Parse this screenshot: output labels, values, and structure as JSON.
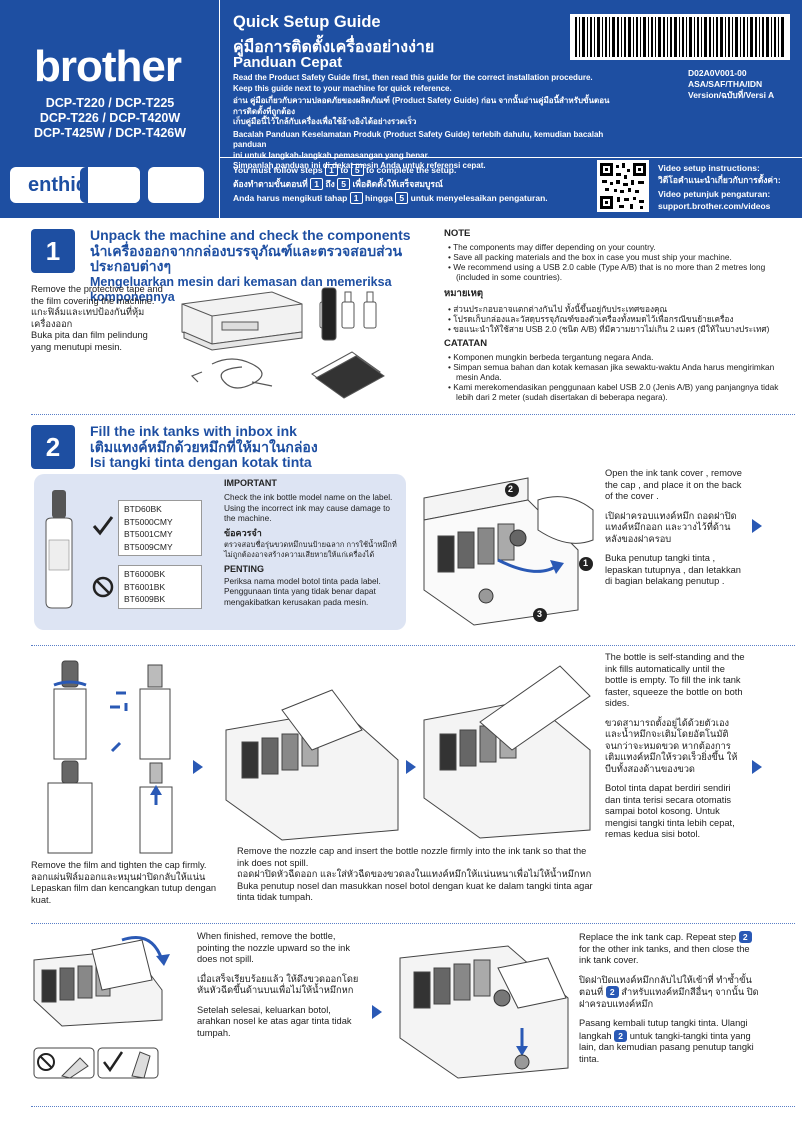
{
  "header": {
    "brand": "brother",
    "models": [
      "DCP-T220 / DCP-T225",
      "DCP-T226 / DCP-T420W",
      "DCP-T425W / DCP-T426W"
    ],
    "lang_label": "enthid",
    "title_en": "Quick Setup Guide",
    "title_th": "คู่มือการติดตั้งเครื่องอย่างง่าย",
    "title_id": "Panduan Cepat",
    "intro_en_1": "Read the Product Safety Guide first, then read this guide for the correct installation procedure.",
    "intro_en_2": "Keep this guide next to your machine for quick reference.",
    "intro_th_1": "อ่าน คู่มือเกี่ยวกับความปลอดภัยของผลิตภัณฑ์ (Product Safety Guide) ก่อน จากนั้นอ่านคู่มือนี้สำหรับขั้นตอนการติดตั้งที่ถูกต้อง",
    "intro_th_2": "เก็บคู่มือนี้ไว้ใกล้กับเครื่องเพื่อใช้อ้างอิงได้อย่างรวดเร็ว",
    "intro_id_1": "Bacalah Panduan Keselamatan Produk (Product Safety Guide) terlebih dahulu, kemudian bacalah panduan",
    "intro_id_2": "ini untuk langkah-langkah pemasangan yang benar.",
    "intro_id_3": "Simpanlah panduan ini di dekat mesin Anda untuk referensi cepat.",
    "doc_code": "D02A0V001-00",
    "region": "ASA/SAF/THA/IDN",
    "version": "Version/ฉบับที่/Versi A",
    "steps_en_a": "You must follow steps",
    "steps_en_b": "to",
    "steps_en_c": "to complete the setup.",
    "steps_th_a": "ต้องทำตามขั้นตอนที่",
    "steps_th_b": "ถึง",
    "steps_th_c": "เพื่อติดตั้งให้เสร็จสมบูรณ์",
    "steps_id_a": "Anda harus mengikuti tahap",
    "steps_id_b": "hingga",
    "steps_id_c": "untuk menyelesaikan pengaturan.",
    "step_first": "1",
    "step_last": "5",
    "video_en": "Video setup instructions:",
    "video_th": "วิดีโอคำแนะนำเกี่ยวกับการตั้งค่า:",
    "video_id": "Video petunjuk pengaturan:",
    "video_url": "support.brother.com/videos"
  },
  "section1": {
    "number": "1",
    "title_en": "Unpack the machine and check the components",
    "title_th": "นำเครื่องออกจากกล่องบรรจุภัณฑ์และตรวจสอบส่วนประกอบต่างๆ",
    "title_id": "Mengeluarkan mesin dari kemasan dan memeriksa komponennya",
    "text_en": "Remove the protective tape and the film covering the machine.",
    "text_th": "แกะฟิล์มและเทปป้องกันที่หุ้มเครื่องออก",
    "text_id": "Buka pita dan film pelindung yang menutupi mesin.",
    "note_h_en": "NOTE",
    "note_en": [
      "The components may differ depending on your country.",
      "Save all packing materials and the box in case you must ship your machine.",
      "We recommend using a USB 2.0 cable (Type A/B) that is no more than 2 metres long (included in some countries)."
    ],
    "note_h_th": "หมายเหตุ",
    "note_th": [
      "ส่วนประกอบอาจแตกต่างกันไป ทั้งนี้ขึ้นอยู่กับประเทศของคุณ",
      "โปรดเก็บกล่องและวัสดุบรรจุภัณฑ์ของตัวเครื่องทั้งหมดไว้เพื่อกรณีขนย้ายเครื่อง",
      "ขอแนะนำให้ใช้สาย USB 2.0 (ชนิด A/B) ที่มีความยาวไม่เกิน 2 เมตร (มีให้ในบางประเทศ)"
    ],
    "note_h_id": "CATATAN",
    "note_id": [
      "Komponen mungkin berbeda tergantung negara Anda.",
      "Simpan semua bahan dan kotak kemasan jika sewaktu-waktu Anda harus mengirimkan mesin Anda.",
      "Kami merekomendasikan penggunaan kabel USB 2.0 (Jenis A/B) yang panjangnya tidak lebih dari 2 meter (sudah disertakan di beberapa negara)."
    ]
  },
  "section2": {
    "number": "2",
    "title_en": "Fill the ink tanks with inbox ink",
    "title_th": "เติมแทงค์หมึกด้วยหมึกที่ให้มาในกล่อง",
    "title_id": "Isi tangki tinta dengan kotak tinta",
    "ok_codes": [
      "BTD60BK",
      "BT5000CMY",
      "BT5001CMY",
      "BT5009CMY"
    ],
    "bad_codes": [
      "BT6000BK",
      "BT6001BK",
      "BT6009BK"
    ],
    "important_h": "IMPORTANT",
    "important_en": "Check the ink bottle model name on the label. Using the incorrect ink may cause damage to the machine.",
    "important_h_th": "ข้อควรจำ",
    "important_th": "ตรวจสอบชื่อรุ่นขวดหมึกบนป้ายฉลาก การใช้น้ำหมึกที่ไม่ถูกต้องอาจสร้างความเสียหายให้แก่เครื่องได้",
    "important_h_id": "PENTING",
    "important_id": "Periksa nama model botol tinta pada label. Penggunaan tinta yang tidak benar dapat mengakibatkan kerusakan pada mesin.",
    "open_en": "Open the ink tank cover , remove the cap , and place it on the back of the cover .",
    "open_th": "เปิดฝาครอบแทงค์หมึก  ถอดฝาปิดแทงค์หมึกออก  และวางไว้ที่ด้านหลังของฝาครอบ ",
    "open_id": "Buka penutup tangki tinta , lepaskan tutupnya , dan letakkan di bagian belakang penutup .",
    "film_en": "Remove the film and tighten the cap firmly.",
    "film_th": "ลอกแผ่นฟิล์มออกและหมุนฝาปิดกลับให้แน่น",
    "film_id": "Lepaskan film dan kencangkan tutup dengan kuat.",
    "nozzle_en": "Remove the nozzle cap and insert the bottle nozzle firmly into the ink tank so that the ink does not spill.",
    "nozzle_th": "ถอดฝาปิดหัวฉีดออก และใส่หัวฉีดของขวดลงในแทงค์หมึกให้แน่นหนาเพื่อไม่ให้น้ำหมึกหก",
    "nozzle_id": "Buka penutup nosel dan masukkan nosel botol dengan kuat ke dalam tangki tinta agar tinta tidak tumpah.",
    "stand_en": "The bottle is self-standing and the ink fills automatically until the bottle is empty. To fill the ink tank faster, squeeze the bottle on both sides.",
    "stand_th": "ขวดสามารถตั้งอยู่ได้ด้วยตัวเองและน้ำหมึกจะเติมโดยอัตโนมัติจนกว่าจะหมดขวด หากต้องการเติมแทงค์หมึกให้รวดเร็วยิ่งขึ้น ให้บีบทั้งสองด้านของขวด",
    "stand_id": "Botol tinta dapat berdiri sendiri dan tinta terisi secara otomatis sampai botol kosong. Untuk mengisi tangki tinta lebih cepat, remas kedua sisi botol.",
    "finish_en": "When finished, remove the bottle, pointing the nozzle upward so the ink does not spill.",
    "finish_th": "เมื่อเสร็จเรียบร้อยแล้ว ให้ดึงขวดออกโดยหันหัวฉีดขึ้นด้านบนเพื่อไม่ให้น้ำหมึกหก",
    "finish_id": "Setelah selesai, keluarkan botol, arahkan nosel ke atas agar tinta tidak tumpah.",
    "replace_en_a": "Replace the ink tank cap. Repeat step",
    "replace_en_b": "for the other ink tanks, and then close the ink tank cover.",
    "replace_th_a": "ปิดฝาปิดแทงค์หมึกกลับไปให้เข้าที่ ทำซ้ำขั้นตอนที่",
    "replace_th_b": "สำหรับแทงค์หมึกสีอื่นๆ จากนั้น ปิดฝาครอบแทงค์หมึก",
    "replace_id_a": "Pasang kembali tutup tangki tinta. Ulangi langkah",
    "replace_id_b": "untuk tangki-tangki tinta yang lain, dan kemudian pasang penutup tangki tinta.",
    "repeat_step": "2",
    "callouts": [
      "1",
      "2",
      "3"
    ]
  },
  "colors": {
    "brand_blue": "#1e4fa2",
    "panel": "#dde4f3"
  },
  "icons": [
    "checkmark-icon",
    "prohibited-icon",
    "next-arrow-icon",
    "qr-code-icon",
    "barcode-icon"
  ]
}
